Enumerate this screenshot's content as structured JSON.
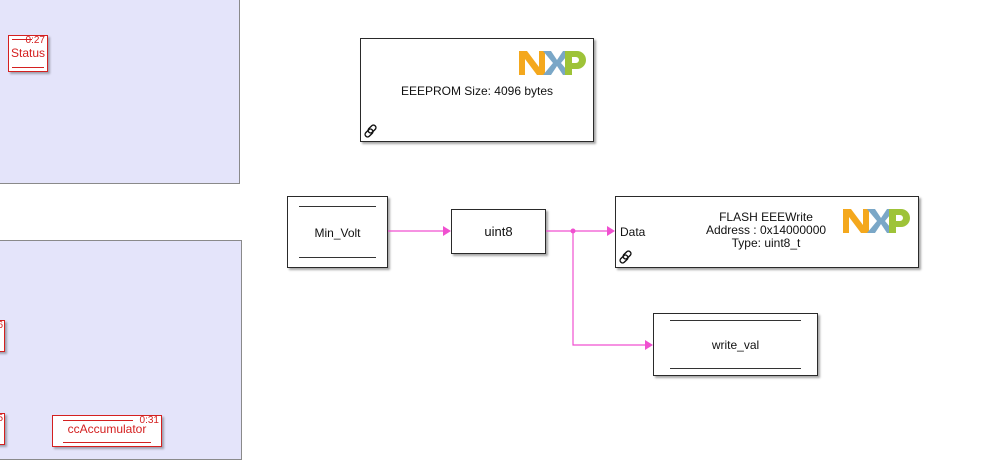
{
  "canvas": {
    "top_area": {
      "status_block": {
        "label": "Status",
        "index": "0:27"
      }
    },
    "bottom_area": {
      "partial_block_1": {
        "index": "6"
      },
      "partial_block_2": {
        "index": "5"
      },
      "ccaccumulator_block": {
        "label": "ccAccumulator",
        "index": "0:31"
      }
    },
    "eeeprom_config": {
      "text": "EEEPROM Size: 4096 bytes",
      "logo": "NXP"
    },
    "min_volt_block": {
      "label": "Min_Volt"
    },
    "uint8_block": {
      "label": "uint8"
    },
    "flash_block": {
      "port_label": "Data",
      "line1": "FLASH EEEWrite",
      "line2": "Address : 0x14000000",
      "line3": "Type: uint8_t",
      "logo": "NXP"
    },
    "write_val_block": {
      "label": "write_val"
    }
  },
  "colors": {
    "signal_line": "#f050d0",
    "goto_red": "#d42020",
    "subsystem_fill": "#e4e4fa",
    "nxp_orange": "#f4a81d",
    "nxp_blue": "#7aa7c7",
    "nxp_green": "#9ec338"
  }
}
